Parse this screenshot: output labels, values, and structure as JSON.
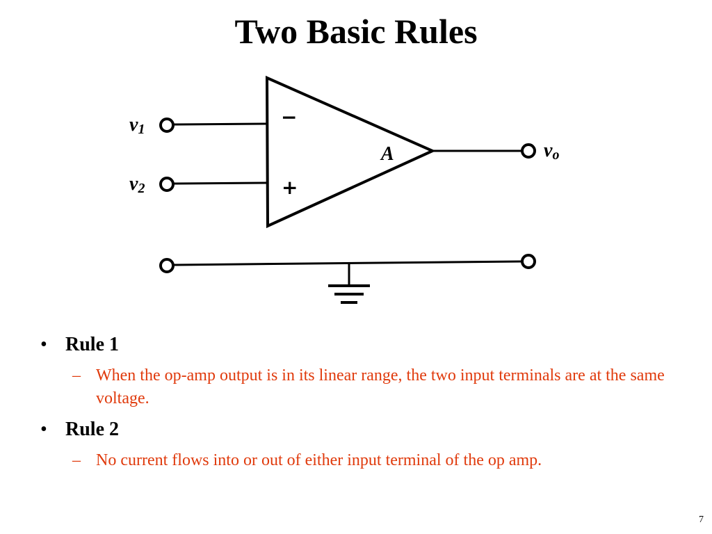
{
  "slide": {
    "title": "Two Basic Rules",
    "page_number": "7",
    "accent_color": "#e03a0c"
  },
  "diagram": {
    "input1_label": "v1",
    "input2_label": "v2",
    "output_label": "vo",
    "gain_label": "A",
    "minus_sign": "−",
    "plus_sign": "+"
  },
  "rules": [
    {
      "title": "Rule 1",
      "detail": "When the op-amp output is in its linear range, the two input terminals are at the same voltage."
    },
    {
      "title": "Rule 2",
      "detail": "No current flows into or out of either input terminal of the op amp."
    }
  ],
  "bullet_glyph": "•",
  "sub_glyph": "–"
}
